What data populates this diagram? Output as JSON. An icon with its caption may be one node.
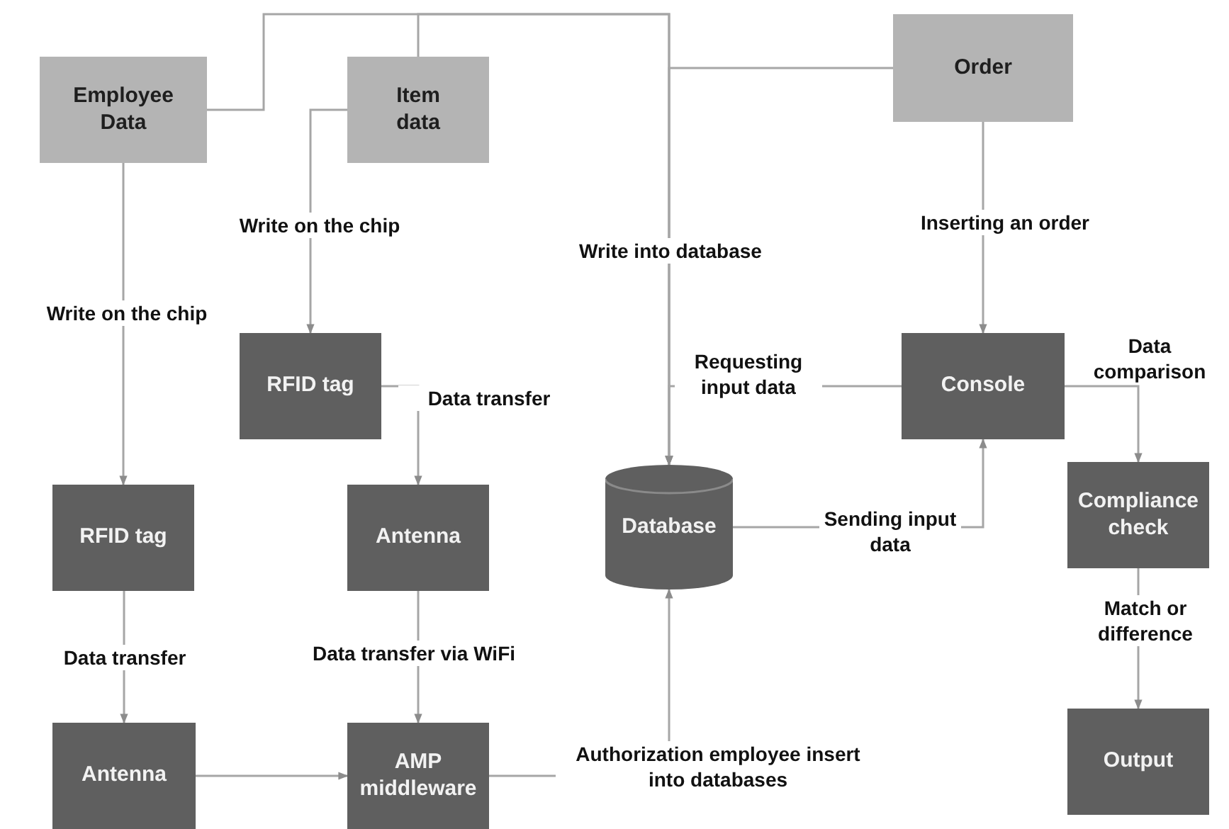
{
  "diagram": {
    "nodes": [
      {
        "text": [
          "Employee Data"
        ]
      },
      {
        "text": [
          "Item data"
        ]
      },
      {
        "text": [
          "Order"
        ]
      },
      {
        "text": [
          "RFID tag"
        ]
      },
      {
        "text": [
          "Console"
        ]
      },
      {
        "text": [
          "RFID tag"
        ]
      },
      {
        "text": [
          "Antenna"
        ]
      },
      {
        "text": [
          "Database"
        ]
      },
      {
        "text": [
          "Compliance check"
        ]
      },
      {
        "text": [
          "Output"
        ]
      },
      {
        "text": [
          "Antenna"
        ]
      },
      {
        "text": [
          "AMP middleware"
        ]
      }
    ],
    "edges": [
      {
        "from": 0,
        "to": 5,
        "arrow": "to",
        "label": "Write on the chip"
      },
      {
        "from": 1,
        "to": 3,
        "arrow": "to",
        "label": "Write on the chip"
      },
      {
        "from": 0,
        "to": 7,
        "arrow": "to",
        "label": "Write into database"
      },
      {
        "from": 1,
        "to": 7,
        "arrow": "to"
      },
      {
        "from": 2,
        "to": 7,
        "arrow": "to"
      },
      {
        "from": 4,
        "to": 7,
        "arrow": "to",
        "label": "Requesting input data"
      },
      {
        "from": 3,
        "to": 6,
        "arrow": "to",
        "label": "Data transfer"
      },
      {
        "from": 5,
        "to": 10,
        "arrow": "to",
        "label": "Data transfer"
      },
      {
        "from": 10,
        "to": 11,
        "arrow": "to"
      },
      {
        "from": 6,
        "to": 11,
        "arrow": "to",
        "label": "Data transfer via WiFi"
      },
      {
        "from": 11,
        "to": 7,
        "arrow": "to",
        "label": "Authorization employee insert into databases"
      },
      {
        "from": 2,
        "to": 4,
        "arrow": "to",
        "label": "Inserting an order"
      },
      {
        "from": 7,
        "to": 4,
        "arrow": "to",
        "label": "Sending input data"
      },
      {
        "from": 4,
        "to": 8,
        "arrow": "to",
        "label": "Data comparison"
      },
      {
        "from": 8,
        "to": 9,
        "arrow": "to",
        "label": "Match or difference"
      }
    ]
  }
}
